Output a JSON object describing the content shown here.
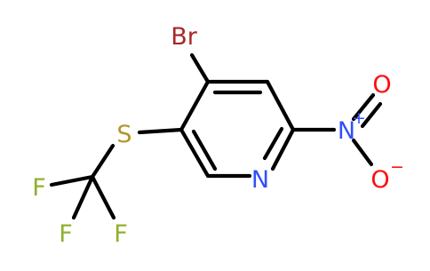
{
  "molecule": {
    "atom_labels": {
      "bromine": "Br",
      "sulfur": "S",
      "ring_nitrogen": "N",
      "nitro_nitrogen": "N",
      "nitro_plus": "+",
      "nitro_oxygen_top": "O",
      "nitro_oxygen_bottom": "O",
      "nitro_minus": "−",
      "fluorine_left": "F",
      "fluorine_bottom_left": "F",
      "fluorine_bottom_right": "F"
    },
    "colors": {
      "bond": "#000000",
      "bromine": "#A62929",
      "sulfur": "#B2962C",
      "nitrogen": "#3050F8",
      "oxygen": "#FF0D0D",
      "fluorine": "#90B02E"
    }
  }
}
